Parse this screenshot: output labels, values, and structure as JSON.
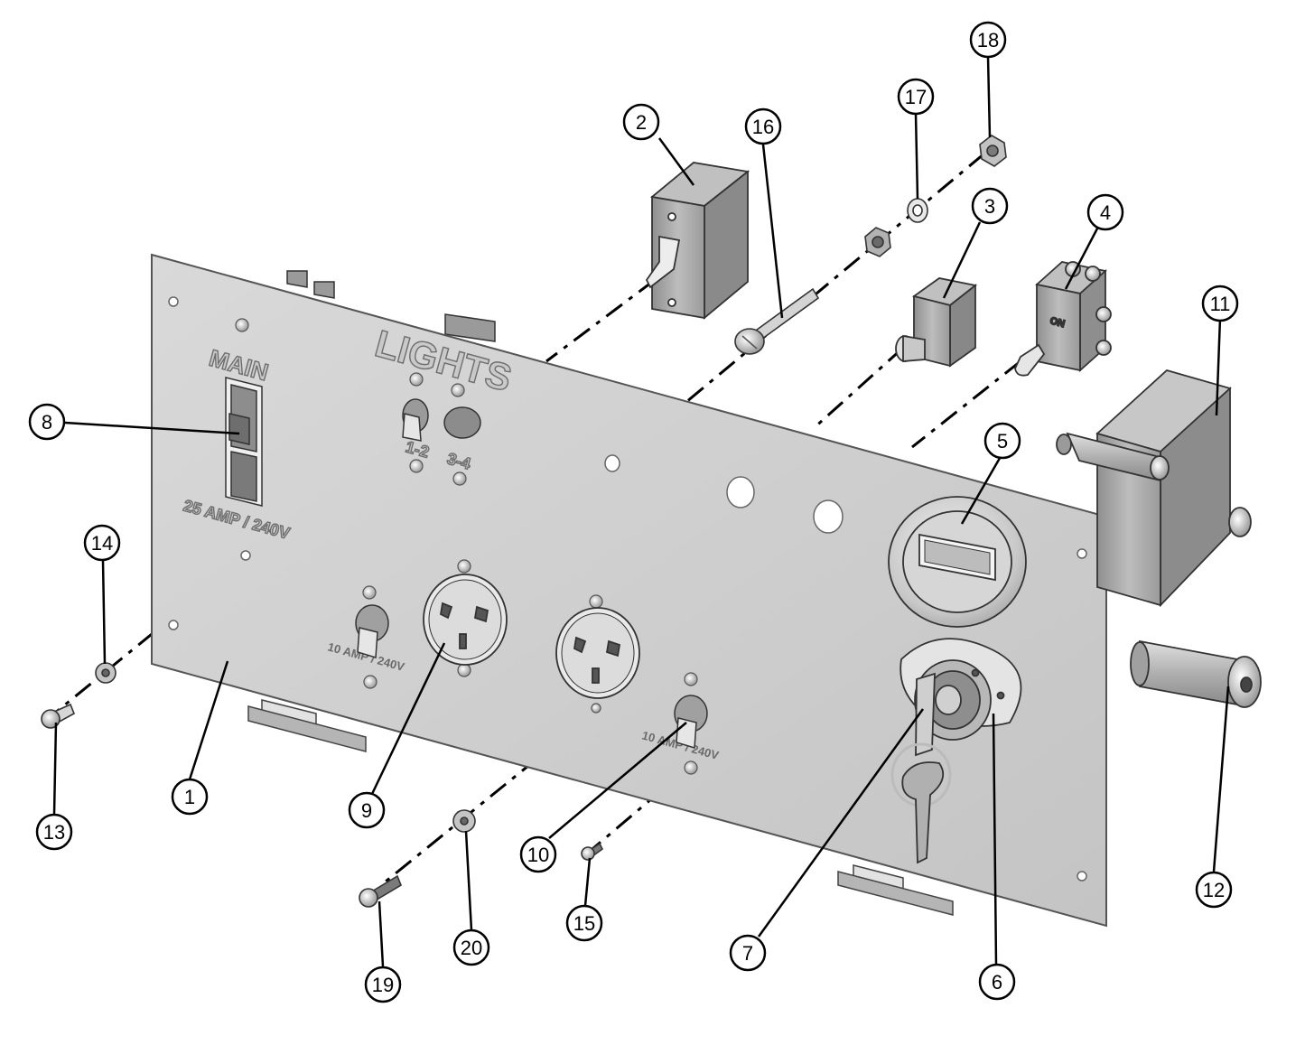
{
  "panel_labels": {
    "main": "MAIN",
    "main_rating": "25 AMP / 240V",
    "lights": "LIGHTS",
    "lights_left": "1-2",
    "lights_right": "3-4",
    "switch_rating_left": "10 AMP / 240V",
    "switch_rating_right": "10 AMP / 240V",
    "toggle_on": "ON"
  },
  "callouts": [
    "1",
    "2",
    "3",
    "4",
    "5",
    "6",
    "7",
    "8",
    "9",
    "10",
    "11",
    "12",
    "13",
    "14",
    "15",
    "16",
    "17",
    "18",
    "19",
    "20"
  ],
  "colors": {
    "panel": "#cfcfcf",
    "panel_edge": "#8a8a8a",
    "part": "#a9a9a9",
    "line": "#000000"
  }
}
